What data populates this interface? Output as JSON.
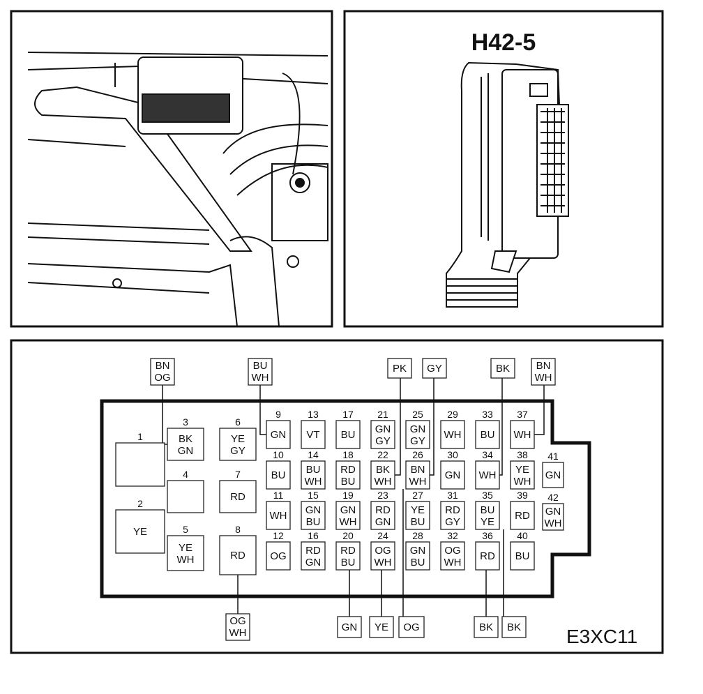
{
  "connector_title": "H42-5",
  "diagram_code": "E3XC11",
  "pins": [
    {
      "n": "1",
      "c": []
    },
    {
      "n": "2",
      "c": [
        "YE"
      ]
    },
    {
      "n": "3",
      "c": [
        "BK",
        "GN"
      ]
    },
    {
      "n": "4",
      "c": []
    },
    {
      "n": "5",
      "c": [
        "YE",
        "WH"
      ]
    },
    {
      "n": "6",
      "c": [
        "YE",
        "GY"
      ]
    },
    {
      "n": "7",
      "c": [
        "RD"
      ]
    },
    {
      "n": "8",
      "c": [
        "RD"
      ]
    },
    {
      "n": "9",
      "c": [
        "GN"
      ]
    },
    {
      "n": "10",
      "c": [
        "BU"
      ]
    },
    {
      "n": "11",
      "c": [
        "WH"
      ]
    },
    {
      "n": "12",
      "c": [
        "OG"
      ]
    },
    {
      "n": "13",
      "c": [
        "VT"
      ]
    },
    {
      "n": "14",
      "c": [
        "BU",
        "WH"
      ]
    },
    {
      "n": "15",
      "c": [
        "GN",
        "BU"
      ]
    },
    {
      "n": "16",
      "c": [
        "RD",
        "GN"
      ]
    },
    {
      "n": "17",
      "c": [
        "BU"
      ]
    },
    {
      "n": "18",
      "c": [
        "RD",
        "BU"
      ]
    },
    {
      "n": "19",
      "c": [
        "GN",
        "WH"
      ]
    },
    {
      "n": "20",
      "c": [
        "RD",
        "BU"
      ]
    },
    {
      "n": "21",
      "c": [
        "GN",
        "GY"
      ]
    },
    {
      "n": "22",
      "c": [
        "BK",
        "WH"
      ]
    },
    {
      "n": "23",
      "c": [
        "RD",
        "GN"
      ]
    },
    {
      "n": "24",
      "c": [
        "OG",
        "WH"
      ]
    },
    {
      "n": "25",
      "c": [
        "GN",
        "GY"
      ]
    },
    {
      "n": "26",
      "c": [
        "BN",
        "WH"
      ]
    },
    {
      "n": "27",
      "c": [
        "YE",
        "BU"
      ]
    },
    {
      "n": "28",
      "c": [
        "GN",
        "BU"
      ]
    },
    {
      "n": "29",
      "c": [
        "WH"
      ]
    },
    {
      "n": "30",
      "c": [
        "GN"
      ]
    },
    {
      "n": "31",
      "c": [
        "RD",
        "GY"
      ]
    },
    {
      "n": "32",
      "c": [
        "OG",
        "WH"
      ]
    },
    {
      "n": "33",
      "c": [
        "BU"
      ]
    },
    {
      "n": "34",
      "c": [
        "WH"
      ]
    },
    {
      "n": "35",
      "c": [
        "BU",
        "YE"
      ]
    },
    {
      "n": "36",
      "c": [
        "RD"
      ]
    },
    {
      "n": "37",
      "c": [
        "WH"
      ]
    },
    {
      "n": "38",
      "c": [
        "YE",
        "WH"
      ]
    },
    {
      "n": "39",
      "c": [
        "RD"
      ]
    },
    {
      "n": "40",
      "c": [
        "BU"
      ]
    },
    {
      "n": "41",
      "c": [
        "GN"
      ]
    },
    {
      "n": "42",
      "c": [
        "GN",
        "WH"
      ]
    }
  ],
  "wires_top": [
    {
      "c": [
        "BN",
        "OG"
      ]
    },
    {
      "c": [
        "BU",
        "WH"
      ]
    },
    {
      "c": [
        "PK"
      ]
    },
    {
      "c": [
        "GY"
      ]
    },
    {
      "c": [
        "BK"
      ]
    },
    {
      "c": [
        "BN",
        "WH"
      ]
    }
  ],
  "wires_bottom": [
    {
      "c": [
        "OG",
        "WH"
      ]
    },
    {
      "c": [
        "GN"
      ]
    },
    {
      "c": [
        "YE"
      ]
    },
    {
      "c": [
        "OG"
      ]
    },
    {
      "c": [
        "BK"
      ]
    },
    {
      "c": [
        "BK"
      ]
    }
  ]
}
